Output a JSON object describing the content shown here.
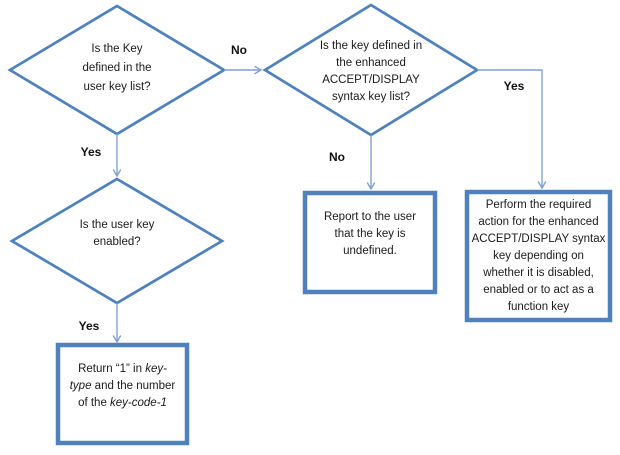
{
  "palette": {
    "shape_border": "#4F81BD",
    "connector": "#7FA2D1",
    "text": "#1a1a1a"
  },
  "nodes": {
    "d1": {
      "lines": [
        "Is the Key",
        "defined in the",
        "user key list?"
      ]
    },
    "d2": {
      "lines": [
        "Is the key defined in",
        "the enhanced",
        "ACCEPT/DISPLAY",
        "syntax key list?"
      ]
    },
    "d3": {
      "lines": [
        "Is the user key",
        "enabled?"
      ]
    },
    "report": {
      "lines": [
        "Report to the user",
        "that the key is",
        "undefined."
      ]
    },
    "perform": {
      "lines": [
        "Perform the required",
        "action for the enhanced",
        "ACCEPT/DISPLAY syntax",
        "key depending on",
        "whether it is disabled,",
        "enabled or to act as a",
        "function key"
      ]
    },
    "ret": {
      "l1a": "Return “1” in ",
      "l1b": "key-",
      "l2a": "type",
      "l2b": " and the number",
      "l3a": "of the ",
      "l3b": "key-code-1"
    }
  },
  "labels": {
    "no1": "No",
    "yes1": "Yes",
    "no2": "No",
    "yes2": "Yes",
    "yes3": "Yes"
  }
}
